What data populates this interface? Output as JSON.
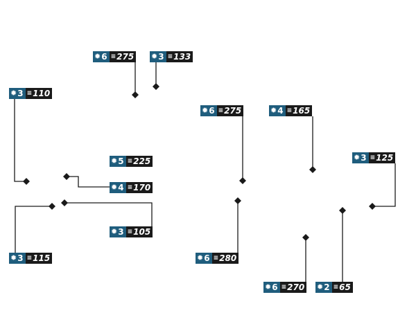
{
  "icons": {
    "level_icon": "gear-icon",
    "count_icon": "stack-icon"
  },
  "colors": {
    "level_bg": "#1f5d7d",
    "count_bg": "#1a1a1a",
    "line": "#1a1a1a",
    "marker": "#1a1a1a"
  },
  "labels": [
    {
      "level": "6",
      "count": "275"
    },
    {
      "level": "3",
      "count": "133"
    },
    {
      "level": "3",
      "count": "110"
    },
    {
      "level": "6",
      "count": "275"
    },
    {
      "level": "4",
      "count": "165"
    },
    {
      "level": "3",
      "count": "125"
    },
    {
      "level": "5",
      "count": "225"
    },
    {
      "level": "4",
      "count": "170"
    },
    {
      "level": "3",
      "count": "105"
    },
    {
      "level": "3",
      "count": "115"
    },
    {
      "level": "6",
      "count": "280"
    },
    {
      "level": "6",
      "count": "270"
    },
    {
      "level": "2",
      "count": "65"
    }
  ]
}
